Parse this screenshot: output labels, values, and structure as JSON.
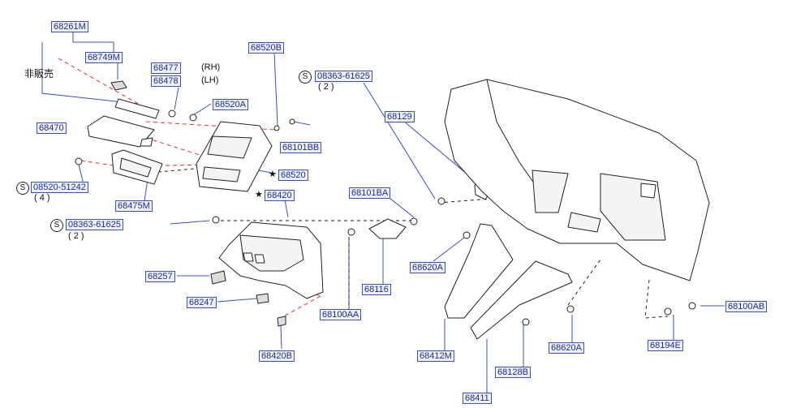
{
  "labels": {
    "p68261M": "68261M",
    "p68749M": "68749M",
    "p68477": "68477",
    "p68478": "68478",
    "rh": "(RH)",
    "lh": "(LH)",
    "p68520B": "68520B",
    "p08363a": "08363-61625",
    "qty2a": "( 2 )",
    "nonsale": "非販売",
    "p68520A": "68520A",
    "p68470": "68470",
    "p68101BB": "68101BB",
    "p68129": "68129",
    "p08520": "08520-51242",
    "qty4": "( 4 )",
    "p68520": "68520",
    "p68475M": "68475M",
    "p68420": "68420",
    "p68101BA": "68101BA",
    "p08363b": "08363-61625",
    "qty2b": "( 2 )",
    "p68620A_1": "68620A",
    "p68257": "68257",
    "p68116": "68116",
    "p68247": "68247",
    "p68100AA": "68100AA",
    "p68100AB": "68100AB",
    "p68420B": "68420B",
    "p68412M": "68412M",
    "p68620A_2": "68620A",
    "p68194E": "68194E",
    "p68128B": "68128B",
    "p68411": "68411"
  },
  "symbols": {
    "s": "S",
    "star": "★"
  },
  "colors": {
    "label_text": "#1c2c8c",
    "label_border": "#3a4fcf",
    "leader_solid": "#3a4fcf",
    "leader_dashed": "#e0312f",
    "ink": "#222222"
  }
}
